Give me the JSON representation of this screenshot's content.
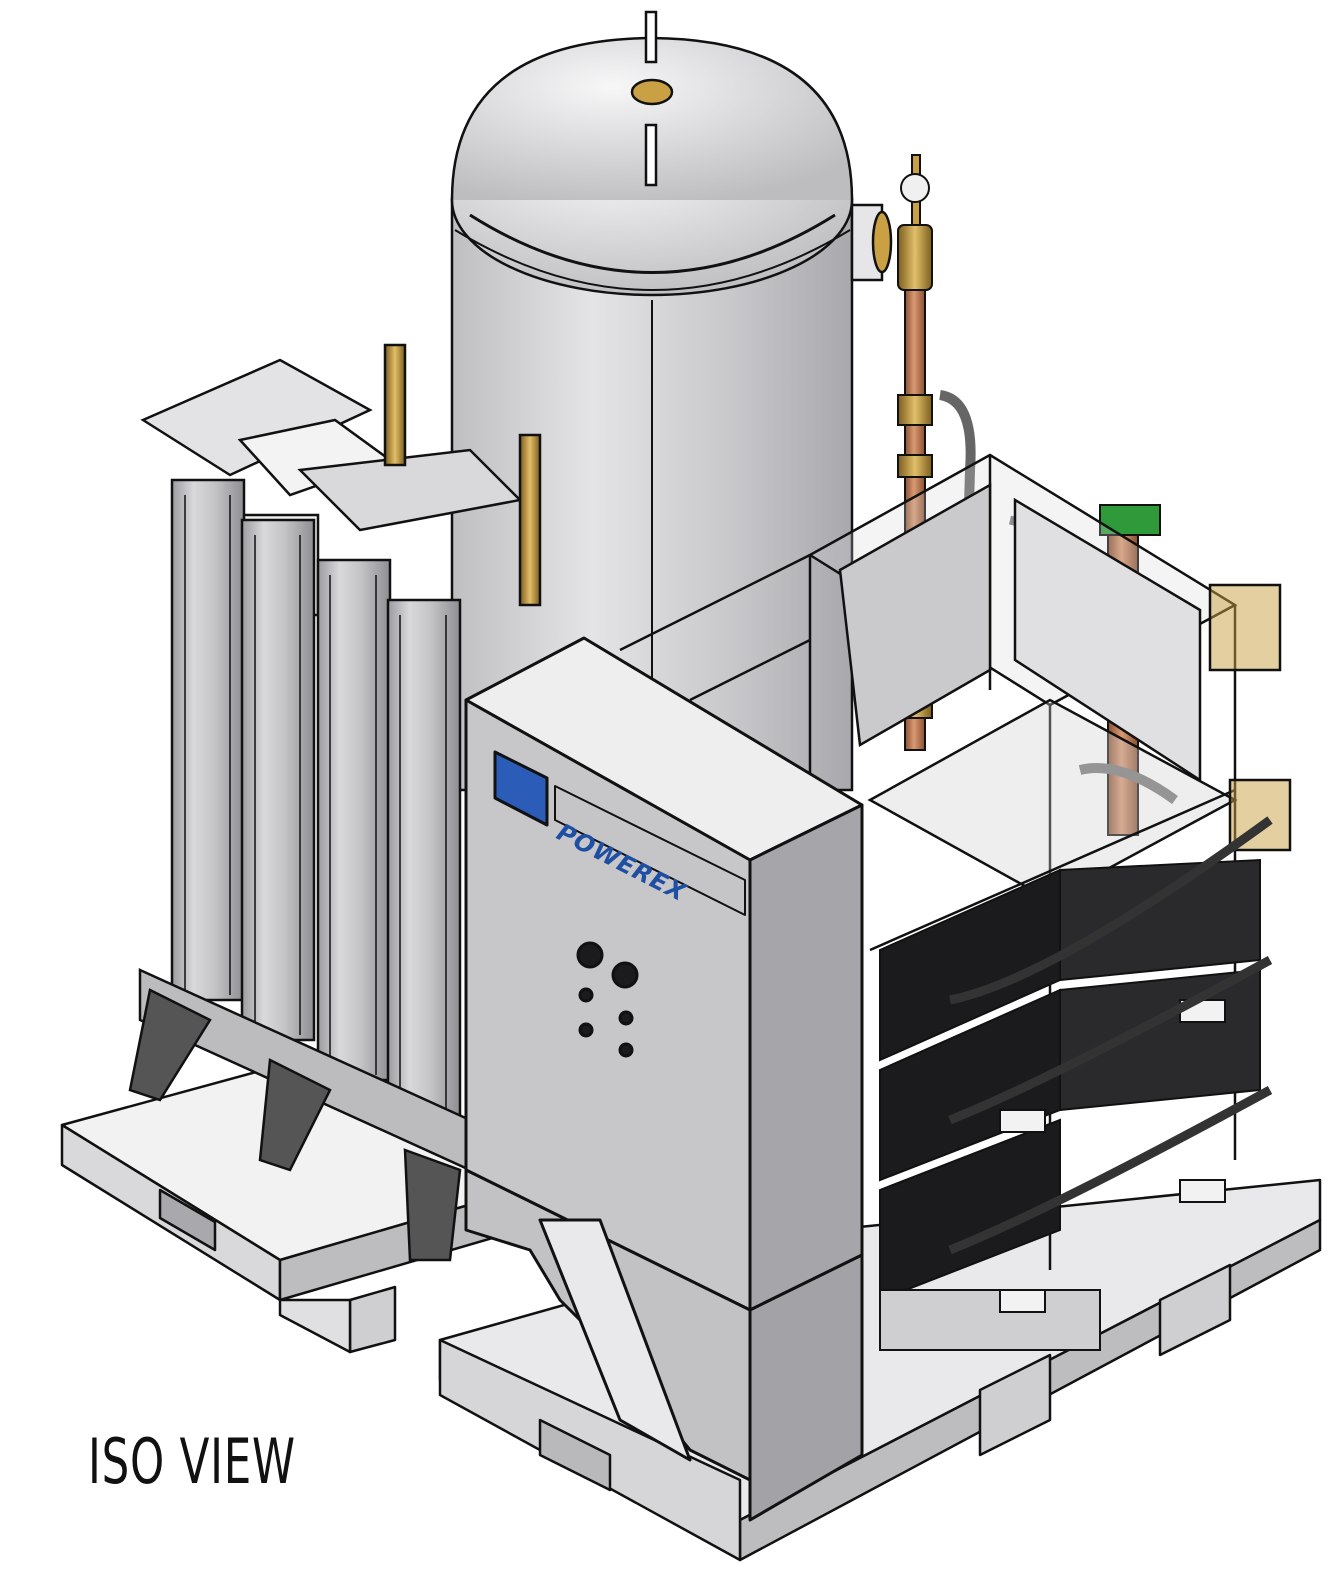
{
  "view_label": "ISO VIEW",
  "brand_label": "POWEREX",
  "colors": {
    "steel": "#c9c9cb",
    "steel_dark": "#8e8e92",
    "steel_light": "#e8e8ea",
    "line": "#111111",
    "copper": "#b5734e",
    "brass": "#c9a043",
    "blue_panel": "#2b5db8",
    "green_fitting": "#2f9a3a",
    "pump_black": "#1b1b1d"
  },
  "components": [
    "receiver-tank",
    "desiccant-dryer-columns",
    "control-enclosure",
    "pump-frame",
    "vacuum-pumps",
    "copper-piping",
    "pallets"
  ]
}
